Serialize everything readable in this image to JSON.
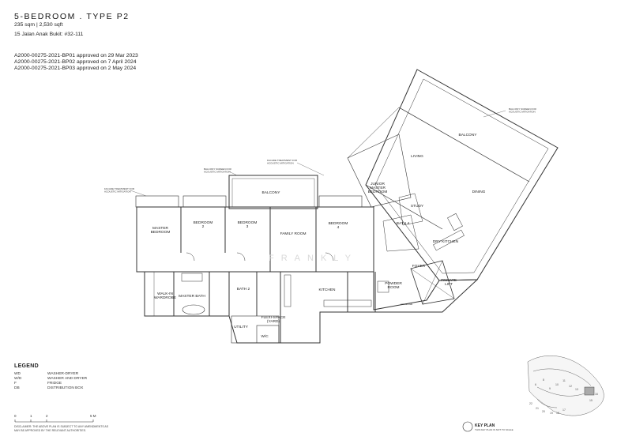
{
  "header": {
    "title": "5-BEDROOM . TYPE P2",
    "area": "235 sqm | 2,530 sqft",
    "address": "15 Jalan Anak Bukit: #32-111",
    "approvals": [
      "A2000-00275-2021-BP01 approved on 29 Mar 2023",
      "A2000-00275-2021-BP02 approved on 7 April 2024",
      "A2000-00275-2021-BP03 approved on 2 May 2024"
    ]
  },
  "rooms": {
    "balcony_main": "BALCONY",
    "living": "LIVING",
    "dining": "DINING",
    "junior_master": "JUNIOR\nMASTER\nBEDROOM",
    "study": "STUDY",
    "bath4": "BATH 4",
    "dry_kitchen": "DRY KITCHEN",
    "foyer": "FOYER",
    "private_lift": "PRIVATE\nLIFT",
    "balcony_small": "BALCONY",
    "master_bedroom": "MASTER\nBEDROOM",
    "bedroom2": "BEDROOM\n2",
    "bedroom3": "BEDROOM\n3",
    "family_room": "FAMILY ROOM",
    "bedroom4": "BEDROOM\n4",
    "walk_in_wardrobe": "WALK-IN\nWARDROBE",
    "master_bath": "MASTER BATH",
    "bath2": "BATH 2",
    "kitchen": "KITCHEN",
    "powder_room": "POWDER\nROOM",
    "utility": "UTILITY",
    "flexi_space": "FLEXI-SPACE\n(YARD)",
    "wc": "W/C"
  },
  "notes": {
    "balcony_screen_1": "BALCONY SCREEN FOR\nACOUSTIC MITIGATION",
    "balcony_screen_2": "BALCONY SCREEN FOR\nACOUSTIC MITIGATION",
    "facade_1": "FACADE TREATMENT FOR\nACOUSTIC MITIGATION",
    "facade_2": "FACADE TREATMENT FOR\nACOUSTIC MITIGATION",
    "ac_ledge": "AC LEDGE",
    "watermark": "FRANKLY"
  },
  "legend": {
    "title": "LEGEND",
    "items": [
      {
        "code": "WD",
        "desc": "WASHER-DRYER"
      },
      {
        "code": "W/D",
        "desc": "WASHER AND DRYER"
      },
      {
        "code": "F",
        "desc": "FRIDGE"
      },
      {
        "code": "DB",
        "desc": "DISTRIBUTION BOX"
      }
    ]
  },
  "scale": {
    "labels": [
      "0",
      "1",
      "2",
      "5 M"
    ]
  },
  "disclaimer": "DISCLAIMER: THE ABOVE PLAN IS SUBJECT TO ANY AMENDMENTS AS MAY BE APPROVED BY THE RELEVANT AUTHORITIES.",
  "key_plan": {
    "label": "KEY PLAN",
    "note": "THIS KEY PLAN IS NOT TO SCALE",
    "numbers": [
      "6",
      "8",
      "9",
      "10",
      "11",
      "12",
      "13",
      "15",
      "16",
      "17",
      "18",
      "19",
      "20",
      "21",
      "22"
    ]
  }
}
